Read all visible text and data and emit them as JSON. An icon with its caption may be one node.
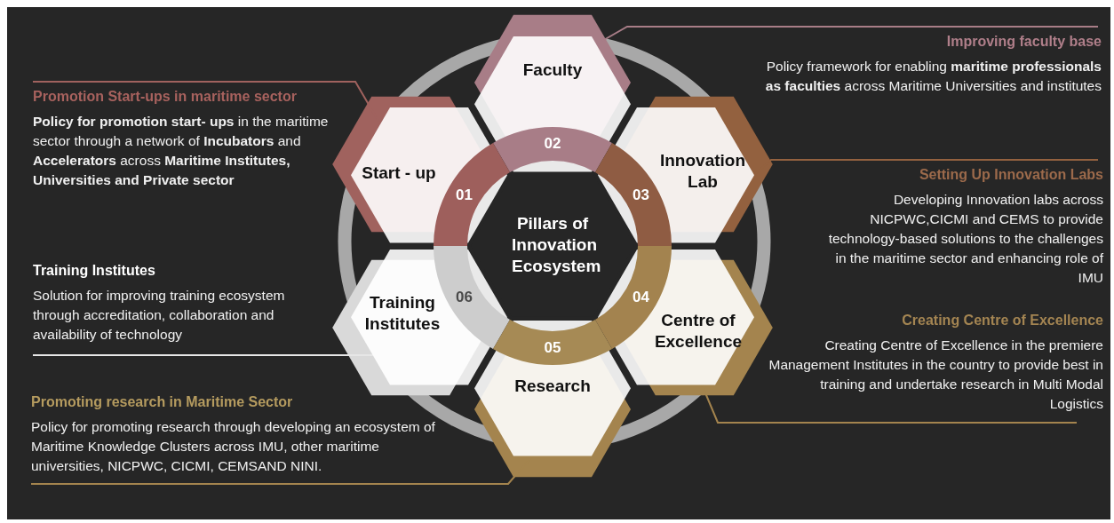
{
  "diagram": {
    "nodes": [
      {
        "text": [
          "Faculty"
        ]
      },
      {
        "text": [
          "Improving faculty base",
          "Policy framework for enabling **maritime professionals as faculties** across Maritime Universities and institutes"
        ]
      },
      {
        "text": [
          "Promotion Start-ups in maritime sector",
          "**Policy for promotion start- ups** in the maritime sector through a network of **Incubators** and **Accelerators** across **Maritime Institutes, Universities and Private sector**"
        ]
      },
      {
        "text": [
          "Start - up"
        ]
      },
      {
        "text": [
          "Innovation Lab"
        ]
      },
      {
        "text": [
          "Setting Up Innovation Labs",
          "Developing Innovation labs across NICPWC,CICMI and CEMS to provide technology-based solutions to the challenges in the maritime sector and enhancing role of IMU"
        ]
      },
      {
        "text": [
          "Pillars of Innovation Ecosystem"
        ]
      },
      {
        "text": [
          "Training Institutes",
          "Solution for improving training ecosystem through accreditation, collaboration and availability of technology"
        ]
      },
      {
        "text": [
          "Training Institutes"
        ]
      },
      {
        "text": [
          "Centre of Excellence"
        ]
      },
      {
        "text": [
          "Creating Centre of Excellence",
          "Creating Centre of Excellence in the premiere Management Institutes in the country to provide best in training and undertake research in Multi Modal Logistics"
        ]
      },
      {
        "text": [
          "Research"
        ]
      },
      {
        "text": [
          "Promoting research in Maritime Sector",
          "Policy for promoting research through developing an ecosystem of Maritime Knowledge Clusters across IMU, other maritime universities, NICPWC, CICMI, CEMSAND NINI."
        ]
      }
    ],
    "edges": [
      {
        "from": 1,
        "to": 0,
        "arrow": "none",
        "color": "#a87d87"
      },
      {
        "from": 2,
        "to": 3,
        "arrow": "none",
        "color": "#a0625e"
      },
      {
        "from": 5,
        "to": 4,
        "arrow": "none",
        "color": "#93613f"
      },
      {
        "from": 7,
        "to": 8,
        "arrow": "none",
        "color": "#e6e6e6"
      },
      {
        "from": 10,
        "to": 9,
        "arrow": "none",
        "color": "#a4844e"
      },
      {
        "from": 12,
        "to": 11,
        "arrow": "none",
        "color": "#a4844e"
      }
    ],
    "labels": [
      "02",
      "01",
      "03",
      "06",
      "04",
      "05"
    ]
  }
}
